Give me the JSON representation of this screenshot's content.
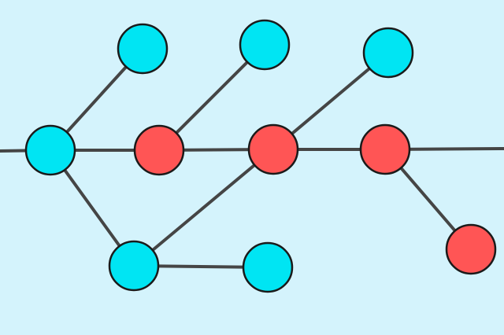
{
  "colors": {
    "background": "#d4f3fc",
    "edge": "#454545",
    "node_cyan": "#00e5f3",
    "node_red": "#ff5555",
    "node_outline": "#1a1a1a"
  },
  "diagram": {
    "type": "network-graph",
    "node_types": [
      "cyan",
      "red"
    ],
    "nodes": [
      {
        "id": "cyan-top-1",
        "kind": "cyan"
      },
      {
        "id": "cyan-top-2",
        "kind": "cyan"
      },
      {
        "id": "cyan-top-3",
        "kind": "cyan"
      },
      {
        "id": "cyan-hub-left",
        "kind": "cyan"
      },
      {
        "id": "red-center-1",
        "kind": "red"
      },
      {
        "id": "red-center-2",
        "kind": "red"
      },
      {
        "id": "red-center-3",
        "kind": "red"
      },
      {
        "id": "cyan-bottom-left",
        "kind": "cyan"
      },
      {
        "id": "cyan-bottom-right",
        "kind": "cyan"
      },
      {
        "id": "red-bottom-right",
        "kind": "red"
      }
    ],
    "edges": [
      {
        "from": "edge-left",
        "to": "cyan-hub-left"
      },
      {
        "from": "cyan-hub-left",
        "to": "red-center-1"
      },
      {
        "from": "red-center-1",
        "to": "red-center-2"
      },
      {
        "from": "red-center-2",
        "to": "red-center-3"
      },
      {
        "from": "red-center-3",
        "to": "edge-right"
      },
      {
        "from": "cyan-hub-left",
        "to": "cyan-top-1"
      },
      {
        "from": "red-center-1",
        "to": "cyan-top-2"
      },
      {
        "from": "red-center-2",
        "to": "cyan-top-3"
      },
      {
        "from": "cyan-hub-left",
        "to": "cyan-bottom-left"
      },
      {
        "from": "cyan-bottom-left",
        "to": "red-center-2"
      },
      {
        "from": "cyan-bottom-left",
        "to": "cyan-bottom-right"
      },
      {
        "from": "red-center-3",
        "to": "red-bottom-right"
      }
    ]
  }
}
